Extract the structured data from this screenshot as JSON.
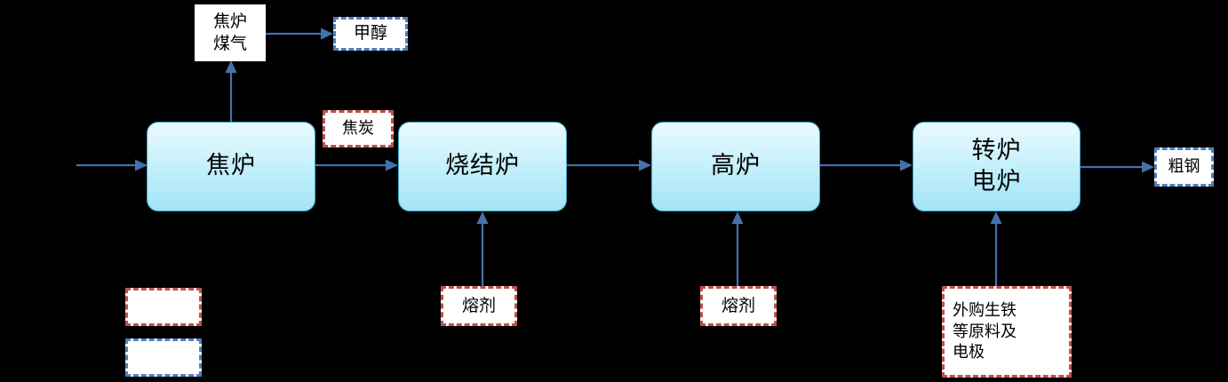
{
  "diagram": {
    "title": "",
    "background_color": "#000000",
    "accent_colors": {
      "process_fill_top": "#eafaff",
      "process_fill_bottom": "#a2e4f6",
      "process_stroke": "#3ca7c4",
      "arrow": "#4472a8",
      "dashed_red": "#c0504d",
      "dashed_blue": "#4f81bd",
      "box_fill": "#ffffff"
    }
  },
  "process_nodes": [
    {
      "id": "coke-oven",
      "label": "焦炉"
    },
    {
      "id": "sintering-furnace",
      "label": "烧结炉"
    },
    {
      "id": "blast-furnace",
      "label": "高炉"
    },
    {
      "id": "converter-eaf",
      "label": "转炉\n电炉"
    }
  ],
  "material_nodes": [
    {
      "id": "coke-oven-gas",
      "label": "焦炉\n煤气",
      "style": "plain"
    },
    {
      "id": "methanol",
      "label": "甲醇",
      "style": "blue"
    },
    {
      "id": "coke",
      "label": "焦炭",
      "style": "red"
    },
    {
      "id": "flux-sinter",
      "label": "熔剂",
      "style": "red"
    },
    {
      "id": "flux-blast",
      "label": "熔剂",
      "style": "red"
    },
    {
      "id": "purchased-iron",
      "label": "外购生铁\n等原料及\n电极",
      "style": "red"
    },
    {
      "id": "crude-steel",
      "label": "粗钢",
      "style": "blue"
    }
  ],
  "legend": [
    {
      "id": "legend-red",
      "label": "",
      "style": "red"
    },
    {
      "id": "legend-blue",
      "label": "",
      "style": "blue"
    }
  ],
  "connectors": [
    {
      "id": "input-to-coke-oven",
      "from": "input",
      "to": "coke-oven",
      "direction": "right"
    },
    {
      "id": "coke-oven-to-sintering",
      "from": "coke-oven",
      "to": "sintering-furnace",
      "direction": "right"
    },
    {
      "id": "sintering-to-blast",
      "from": "sintering-furnace",
      "to": "blast-furnace",
      "direction": "right"
    },
    {
      "id": "blast-to-converter",
      "from": "blast-furnace",
      "to": "converter-eaf",
      "direction": "right"
    },
    {
      "id": "converter-to-crude-steel",
      "from": "converter-eaf",
      "to": "crude-steel",
      "direction": "right"
    },
    {
      "id": "coke-oven-to-gas",
      "from": "coke-oven",
      "to": "coke-oven-gas",
      "direction": "up"
    },
    {
      "id": "gas-to-methanol",
      "from": "coke-oven-gas",
      "to": "methanol",
      "direction": "right"
    },
    {
      "id": "flux-to-sintering",
      "from": "flux-sinter",
      "to": "sintering-furnace",
      "direction": "up"
    },
    {
      "id": "flux-to-blast",
      "from": "flux-blast",
      "to": "blast-furnace",
      "direction": "up"
    },
    {
      "id": "purchased-iron-to-converter",
      "from": "purchased-iron",
      "to": "converter-eaf",
      "direction": "up"
    }
  ]
}
